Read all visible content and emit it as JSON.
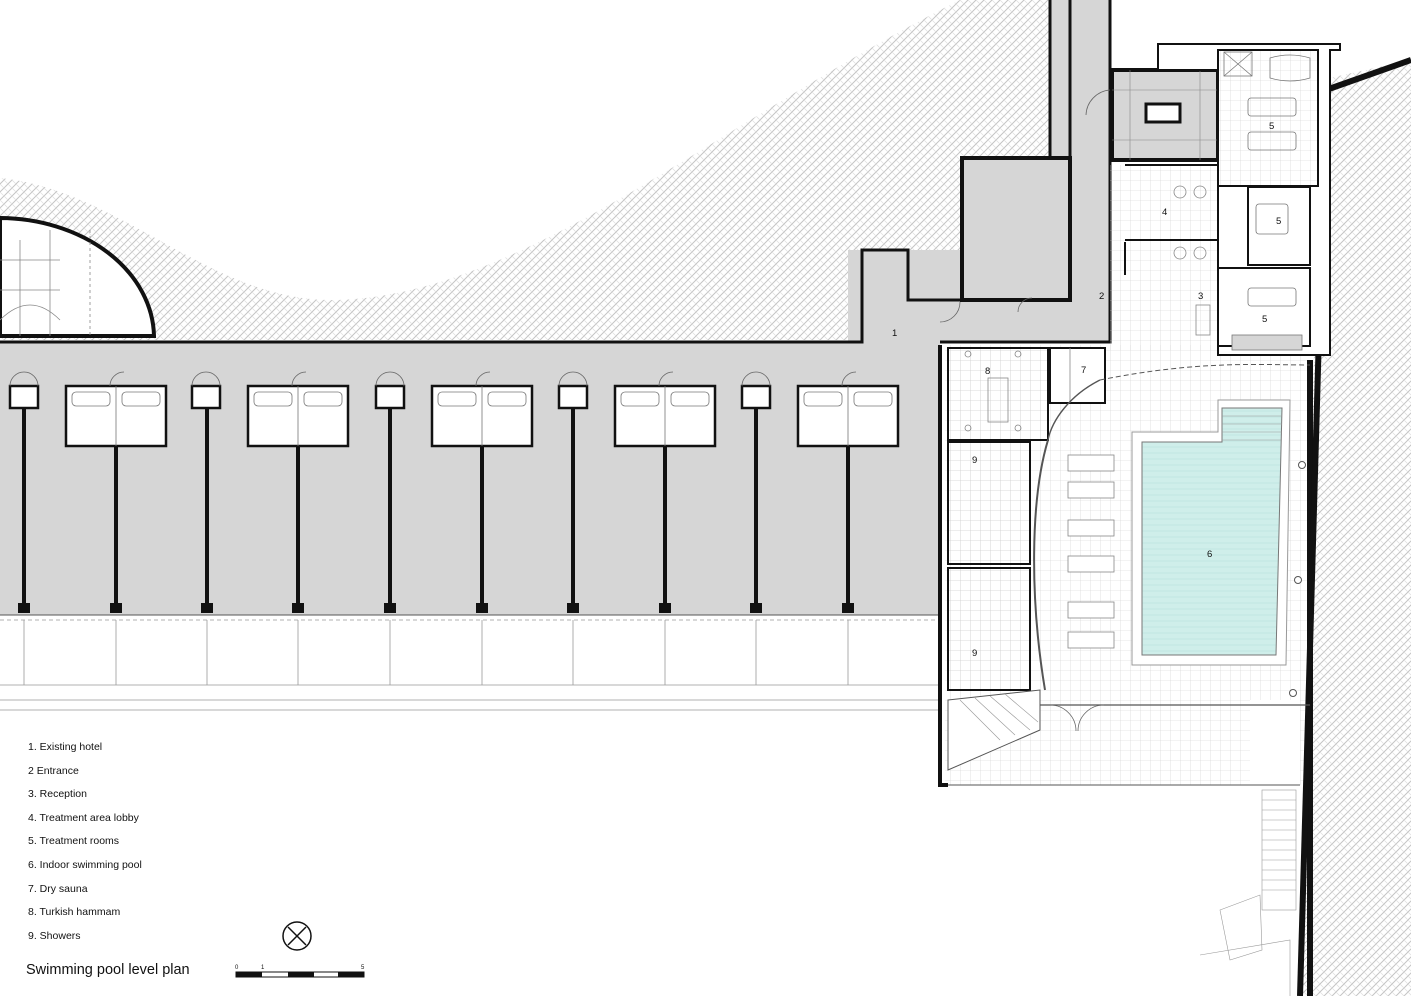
{
  "plan": {
    "title": "Swimming pool level plan",
    "legend": [
      "1.  Existing hotel",
      "2   Entrance",
      "3.  Reception",
      "4.  Treatment area lobby",
      "5.  Treatment rooms",
      "6.  Indoor swimming pool",
      "7.  Dry sauna",
      "8.  Turkish hammam",
      "9.  Showers"
    ],
    "room_labels": [
      "1",
      "2",
      "3",
      "4",
      "5",
      "5",
      "5",
      "6",
      "7",
      "8",
      "9",
      "9"
    ],
    "scale_labels": [
      "0",
      "1",
      "5"
    ]
  },
  "colors": {
    "wall": "#111111",
    "floor_fill": "#d6d6d6",
    "pool_water": "#cfeeea",
    "terrain_hatch": "#c8c8c8",
    "line": "#555555"
  },
  "icons": [
    "north-arrow-icon"
  ]
}
